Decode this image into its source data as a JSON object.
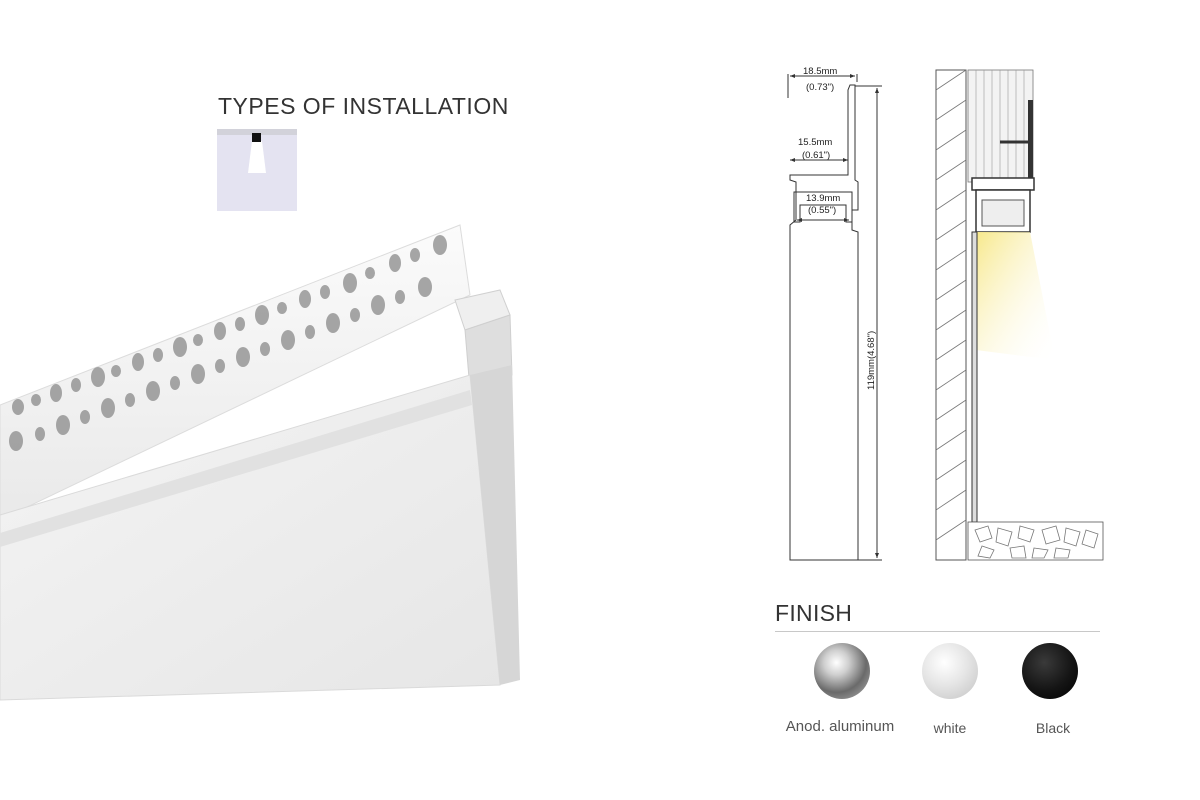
{
  "installation": {
    "title": "TYPES OF INSTALLATION"
  },
  "dimensions": {
    "top_width_mm": "18.5mm",
    "top_width_in": "(0.73\")",
    "mid_width_mm": "15.5mm",
    "mid_width_in": "(0.61\")",
    "channel_width_mm": "13.9mm",
    "channel_width_in": "(0.55\")",
    "height": "119mm(4.68\")"
  },
  "finish": {
    "title": "FINISH",
    "options": [
      {
        "label": "Anod. aluminum",
        "color": "#a9a9a9"
      },
      {
        "label": "white",
        "color": "#e2e2e2"
      },
      {
        "label": "Black",
        "color": "#151515"
      }
    ]
  },
  "colors": {
    "light_beam": "#f7e88a",
    "icon_background": "#e4e3f1"
  }
}
